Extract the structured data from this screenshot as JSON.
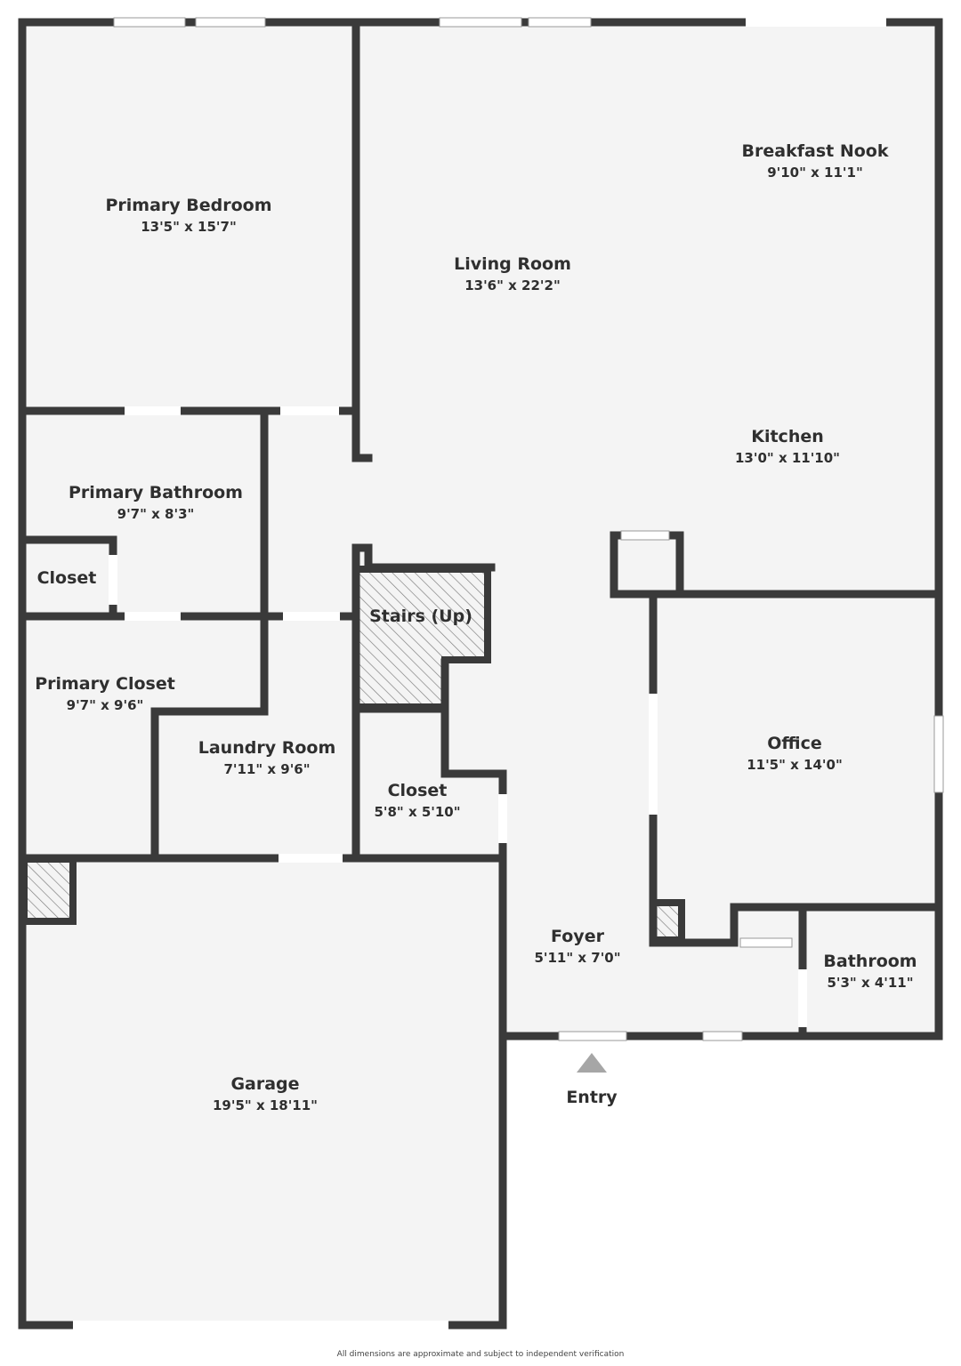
{
  "colors": {
    "wall": "#3a3a3a",
    "floor": "#f4f4f4",
    "hatch": "#7a7a7a",
    "opening": "#ffffff",
    "entry_arrow": "#a6a6a6"
  },
  "rooms": {
    "primary_bedroom": {
      "name": "Primary Bedroom",
      "dims": "13'5\" x 15'7\""
    },
    "living_room": {
      "name": "Living Room",
      "dims": "13'6\" x 22'2\""
    },
    "breakfast_nook": {
      "name": "Breakfast Nook",
      "dims": "9'10\" x 11'1\""
    },
    "kitchen": {
      "name": "Kitchen",
      "dims": "13'0\" x 11'10\""
    },
    "primary_bathroom": {
      "name": "Primary Bathroom",
      "dims": "9'7\" x 8'3\""
    },
    "closet_small": {
      "name": "Closet"
    },
    "stairs": {
      "name": "Stairs (Up)"
    },
    "primary_closet": {
      "name": "Primary Closet",
      "dims": "9'7\" x 9'6\""
    },
    "laundry_room": {
      "name": "Laundry Room",
      "dims": "7'11\" x 9'6\""
    },
    "closet_hall": {
      "name": "Closet",
      "dims": "5'8\" x 5'10\""
    },
    "office": {
      "name": "Office",
      "dims": "11'5\" x 14'0\""
    },
    "foyer": {
      "name": "Foyer",
      "dims": "5'11\" x 7'0\""
    },
    "bathroom": {
      "name": "Bathroom",
      "dims": "5'3\" x 4'11\""
    },
    "garage": {
      "name": "Garage",
      "dims": "19'5\" x 18'11\""
    }
  },
  "entry": {
    "label": "Entry",
    "icon": "triangle-up-icon"
  },
  "disclaimer": "All dimensions are approximate and subject to independent verification"
}
